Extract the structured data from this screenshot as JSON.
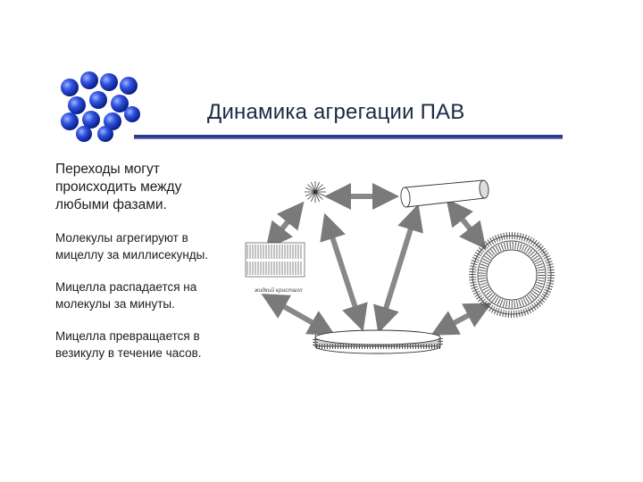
{
  "slide": {
    "title": "Динамика агрегации ПАВ",
    "paragraphs": [
      "Переходы могут происходить между любыми фазами.",
      "Молекулы агрегируют в мицеллу за миллисекунды.",
      "Мицелла распадается на молекулы за минуты.",
      "Мицелла превращается в везикулу в течение часов."
    ],
    "colors": {
      "title_rule": "#2b3a93",
      "title_text": "#1a2a44",
      "logo_sphere": "#1f3fc8"
    }
  },
  "diagram": {
    "liquid_crystal_label": "жидкий кристалл",
    "icons": [
      "molecular-spheres-logo",
      "spherical-micelle-icon",
      "cylindrical-micelle-icon",
      "lamellar-liquid-crystal-icon",
      "vesicle-icon",
      "bilayer-disk-icon"
    ]
  }
}
